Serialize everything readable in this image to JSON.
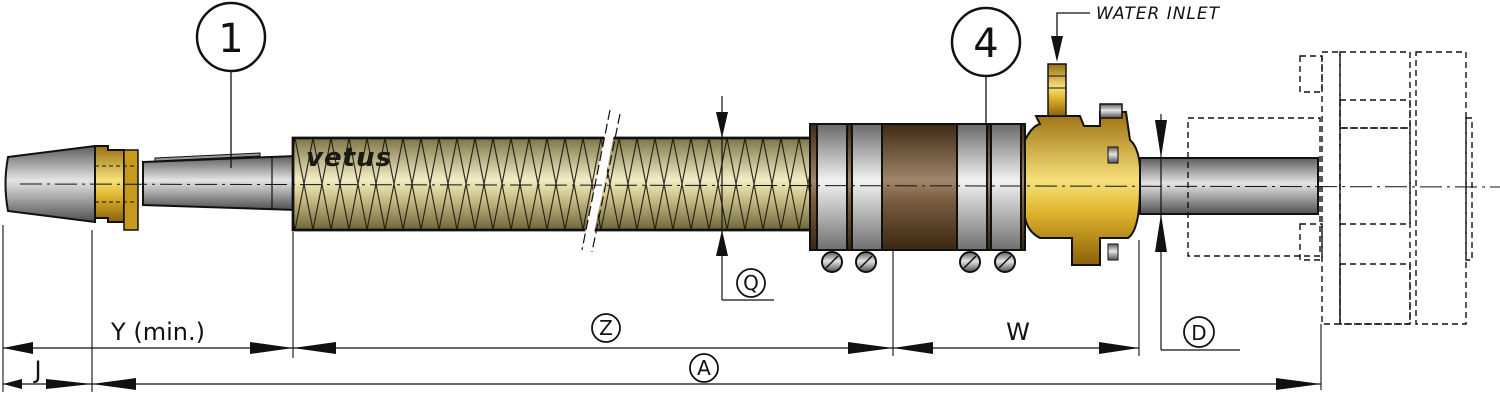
{
  "diagram": {
    "subject": "Shaft log / stern tube assembly technical drawing",
    "brand_logo": "vetus",
    "callouts": [
      {
        "id": "callout-1",
        "label": "1"
      },
      {
        "id": "callout-4",
        "label": "4"
      }
    ],
    "annotations": {
      "water_inlet": "WATER INLET"
    },
    "dimensions": {
      "J": "J",
      "Y": "Y (min.)",
      "Z": "Z",
      "A": "A",
      "W": "W",
      "D": "D",
      "Q": "Q"
    },
    "colors": {
      "steel": "#8a8a8a",
      "brass": "#d4a017",
      "tube_fiber": "#b8ad7a",
      "rubber_hose": "#5a4028",
      "outline": "#111111"
    }
  }
}
